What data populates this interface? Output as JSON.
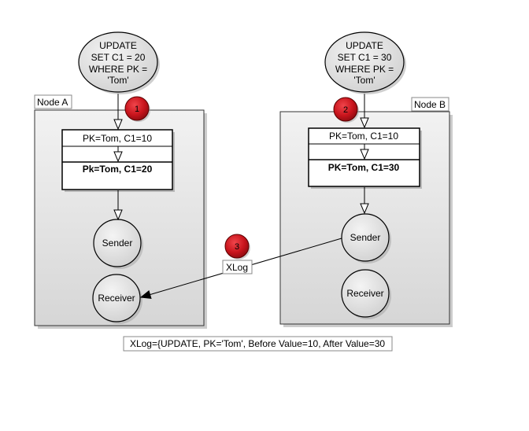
{
  "node_a": {
    "label": "Node A",
    "sql": [
      "UPDATE",
      "SET C1 = 20",
      "WHERE PK =",
      "'Tom'"
    ],
    "record_before": "PK=Tom, C1=10",
    "record_after": "Pk=Tom, C1=20",
    "sender_label": "Sender",
    "receiver_label": "Receiver"
  },
  "node_b": {
    "label": "Node B",
    "sql": [
      "UPDATE",
      "SET C1 = 30",
      "WHERE PK =",
      "'Tom'"
    ],
    "record_before": "PK=Tom, C1=10",
    "record_after": "PK=Tom, C1=30",
    "sender_label": "Sender",
    "receiver_label": "Receiver"
  },
  "steps": [
    "1",
    "2",
    "3"
  ],
  "xlog_label": "XLog",
  "xlog_detail": "XLog={UPDATE, PK='Tom', Before Value=10, After Value=30",
  "colors": {
    "step_badge": "#c8141c",
    "node_panel": "#e4e4e4",
    "ellipse_fill": "#dcdcdc"
  }
}
